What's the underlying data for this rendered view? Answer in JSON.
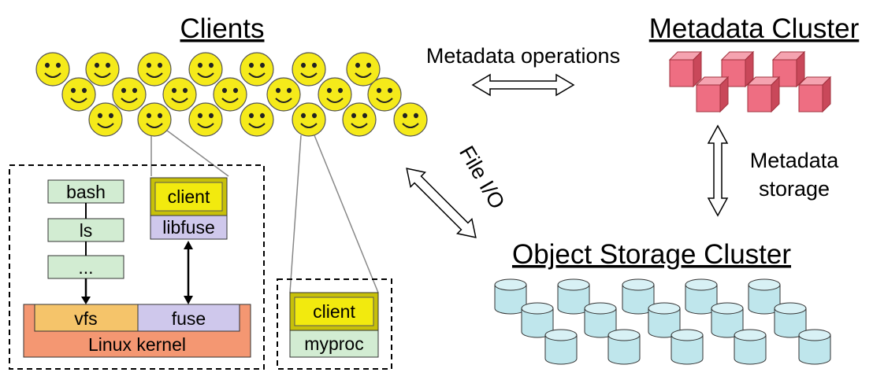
{
  "headings": {
    "clients": "Clients",
    "metadata_cluster": "Metadata Cluster",
    "object_storage_cluster": "Object Storage Cluster"
  },
  "arrows": {
    "metadata_operations": "Metadata operations",
    "file_io": "File I/O",
    "metadata_storage_line1": "Metadata",
    "metadata_storage_line2": "storage"
  },
  "kernel_box": {
    "process_stack": [
      "bash",
      "ls",
      "..."
    ],
    "client": "client",
    "libfuse": "libfuse",
    "vfs": "vfs",
    "fuse": "fuse",
    "kernel": "Linux kernel"
  },
  "process_box": {
    "client": "client",
    "myproc": "myproc"
  },
  "colors": {
    "smiley": "#f5ea1a",
    "mds_cube": "#ee6e82",
    "osd_cylinder": "#bfe6ec",
    "process_green": "#d2ecd2",
    "client_yellow": "#f2ea0e",
    "libfuse_purple": "#cfc8ec",
    "vfs_orange": "#f5c46a",
    "kernel_salmon": "#f49772"
  }
}
